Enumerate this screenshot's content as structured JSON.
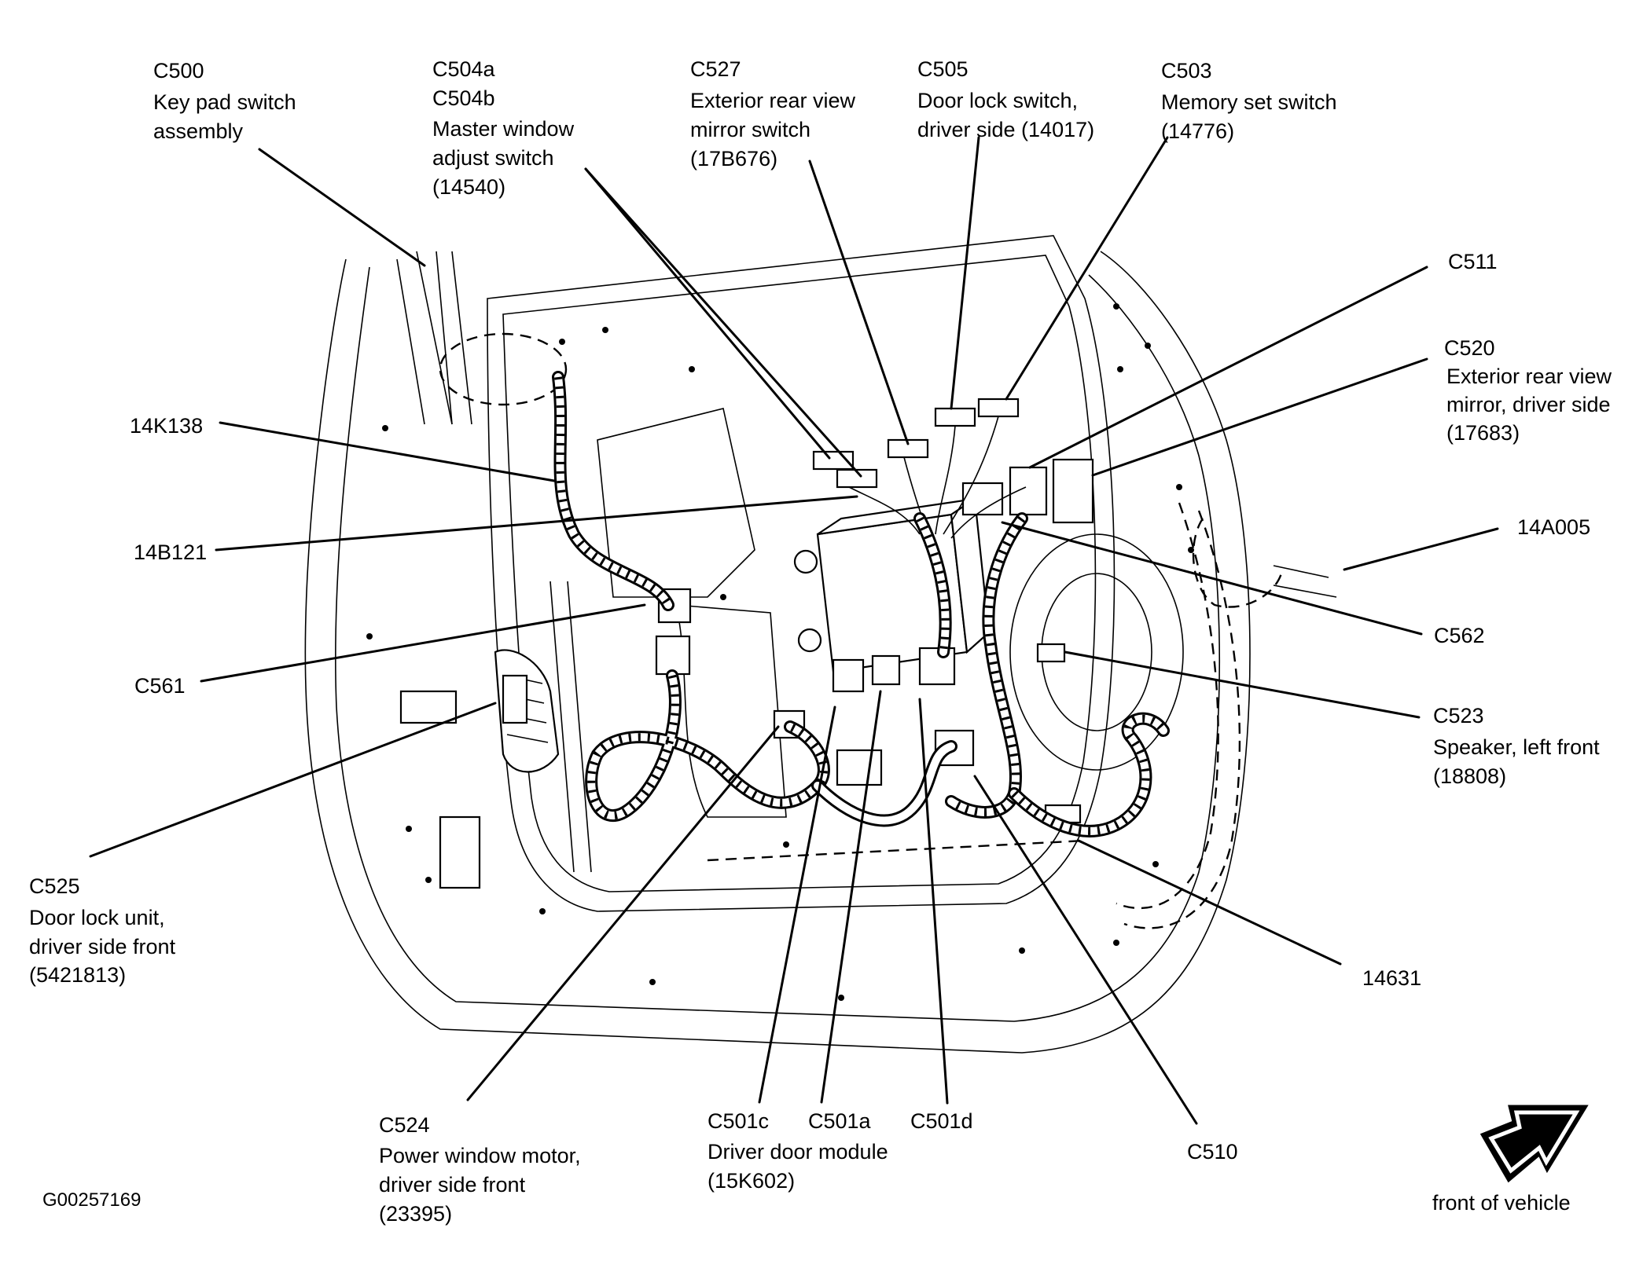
{
  "figure_id": "G00257169",
  "orientation": {
    "label": "front of vehicle",
    "icon": "front-direction-arrow-icon"
  },
  "callouts": [
    {
      "id": "C500",
      "lines": [
        "C500",
        "Key pad switch",
        "assembly"
      ]
    },
    {
      "id": "C504",
      "lines": [
        "C504a",
        "C504b",
        "Master window",
        "adjust switch",
        "(14540)"
      ]
    },
    {
      "id": "C527",
      "lines": [
        "C527",
        "Exterior rear view",
        "mirror switch",
        "(17B676)"
      ]
    },
    {
      "id": "C505",
      "lines": [
        "C505",
        "Door lock switch,",
        "driver side (14017)"
      ]
    },
    {
      "id": "C503",
      "lines": [
        "C503",
        "Memory set switch",
        "(14776)"
      ]
    },
    {
      "id": "C511",
      "lines": [
        "C511"
      ]
    },
    {
      "id": "C520",
      "lines": [
        "C520",
        "Exterior rear view",
        "mirror, driver side",
        "(17683)"
      ]
    },
    {
      "id": "14A005",
      "lines": [
        "14A005"
      ]
    },
    {
      "id": "C562",
      "lines": [
        "C562"
      ]
    },
    {
      "id": "C523",
      "lines": [
        "C523",
        "Speaker, left front",
        "(18808)"
      ]
    },
    {
      "id": "14631",
      "lines": [
        "14631"
      ]
    },
    {
      "id": "C510",
      "lines": [
        "C510"
      ]
    },
    {
      "id": "C501",
      "lines": [
        "C501c",
        "C501a",
        "C501d",
        "Driver door module",
        "(15K602)"
      ]
    },
    {
      "id": "C524",
      "lines": [
        "C524",
        "Power window motor,",
        "driver side front",
        "(23395)"
      ]
    },
    {
      "id": "C525",
      "lines": [
        "C525",
        "Door lock unit,",
        "driver side front",
        "(5421813)"
      ]
    },
    {
      "id": "C561",
      "lines": [
        "C561"
      ]
    },
    {
      "id": "14B121",
      "lines": [
        "14B121"
      ]
    },
    {
      "id": "14K138",
      "lines": [
        "14K138"
      ]
    }
  ]
}
